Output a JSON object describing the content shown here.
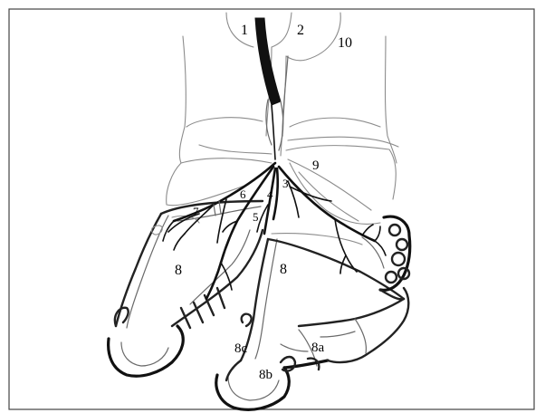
{
  "figure": {
    "labels": {
      "l1": "1",
      "l2": "2",
      "l10": "10",
      "l9": "9",
      "l3": "3",
      "l4": "4",
      "l5": "5",
      "l6": "6",
      "l7": "7",
      "l8_left": "8",
      "l8_mid": "8",
      "l8a": "8a",
      "l8b": "8b",
      "l8c": "8c"
    }
  }
}
